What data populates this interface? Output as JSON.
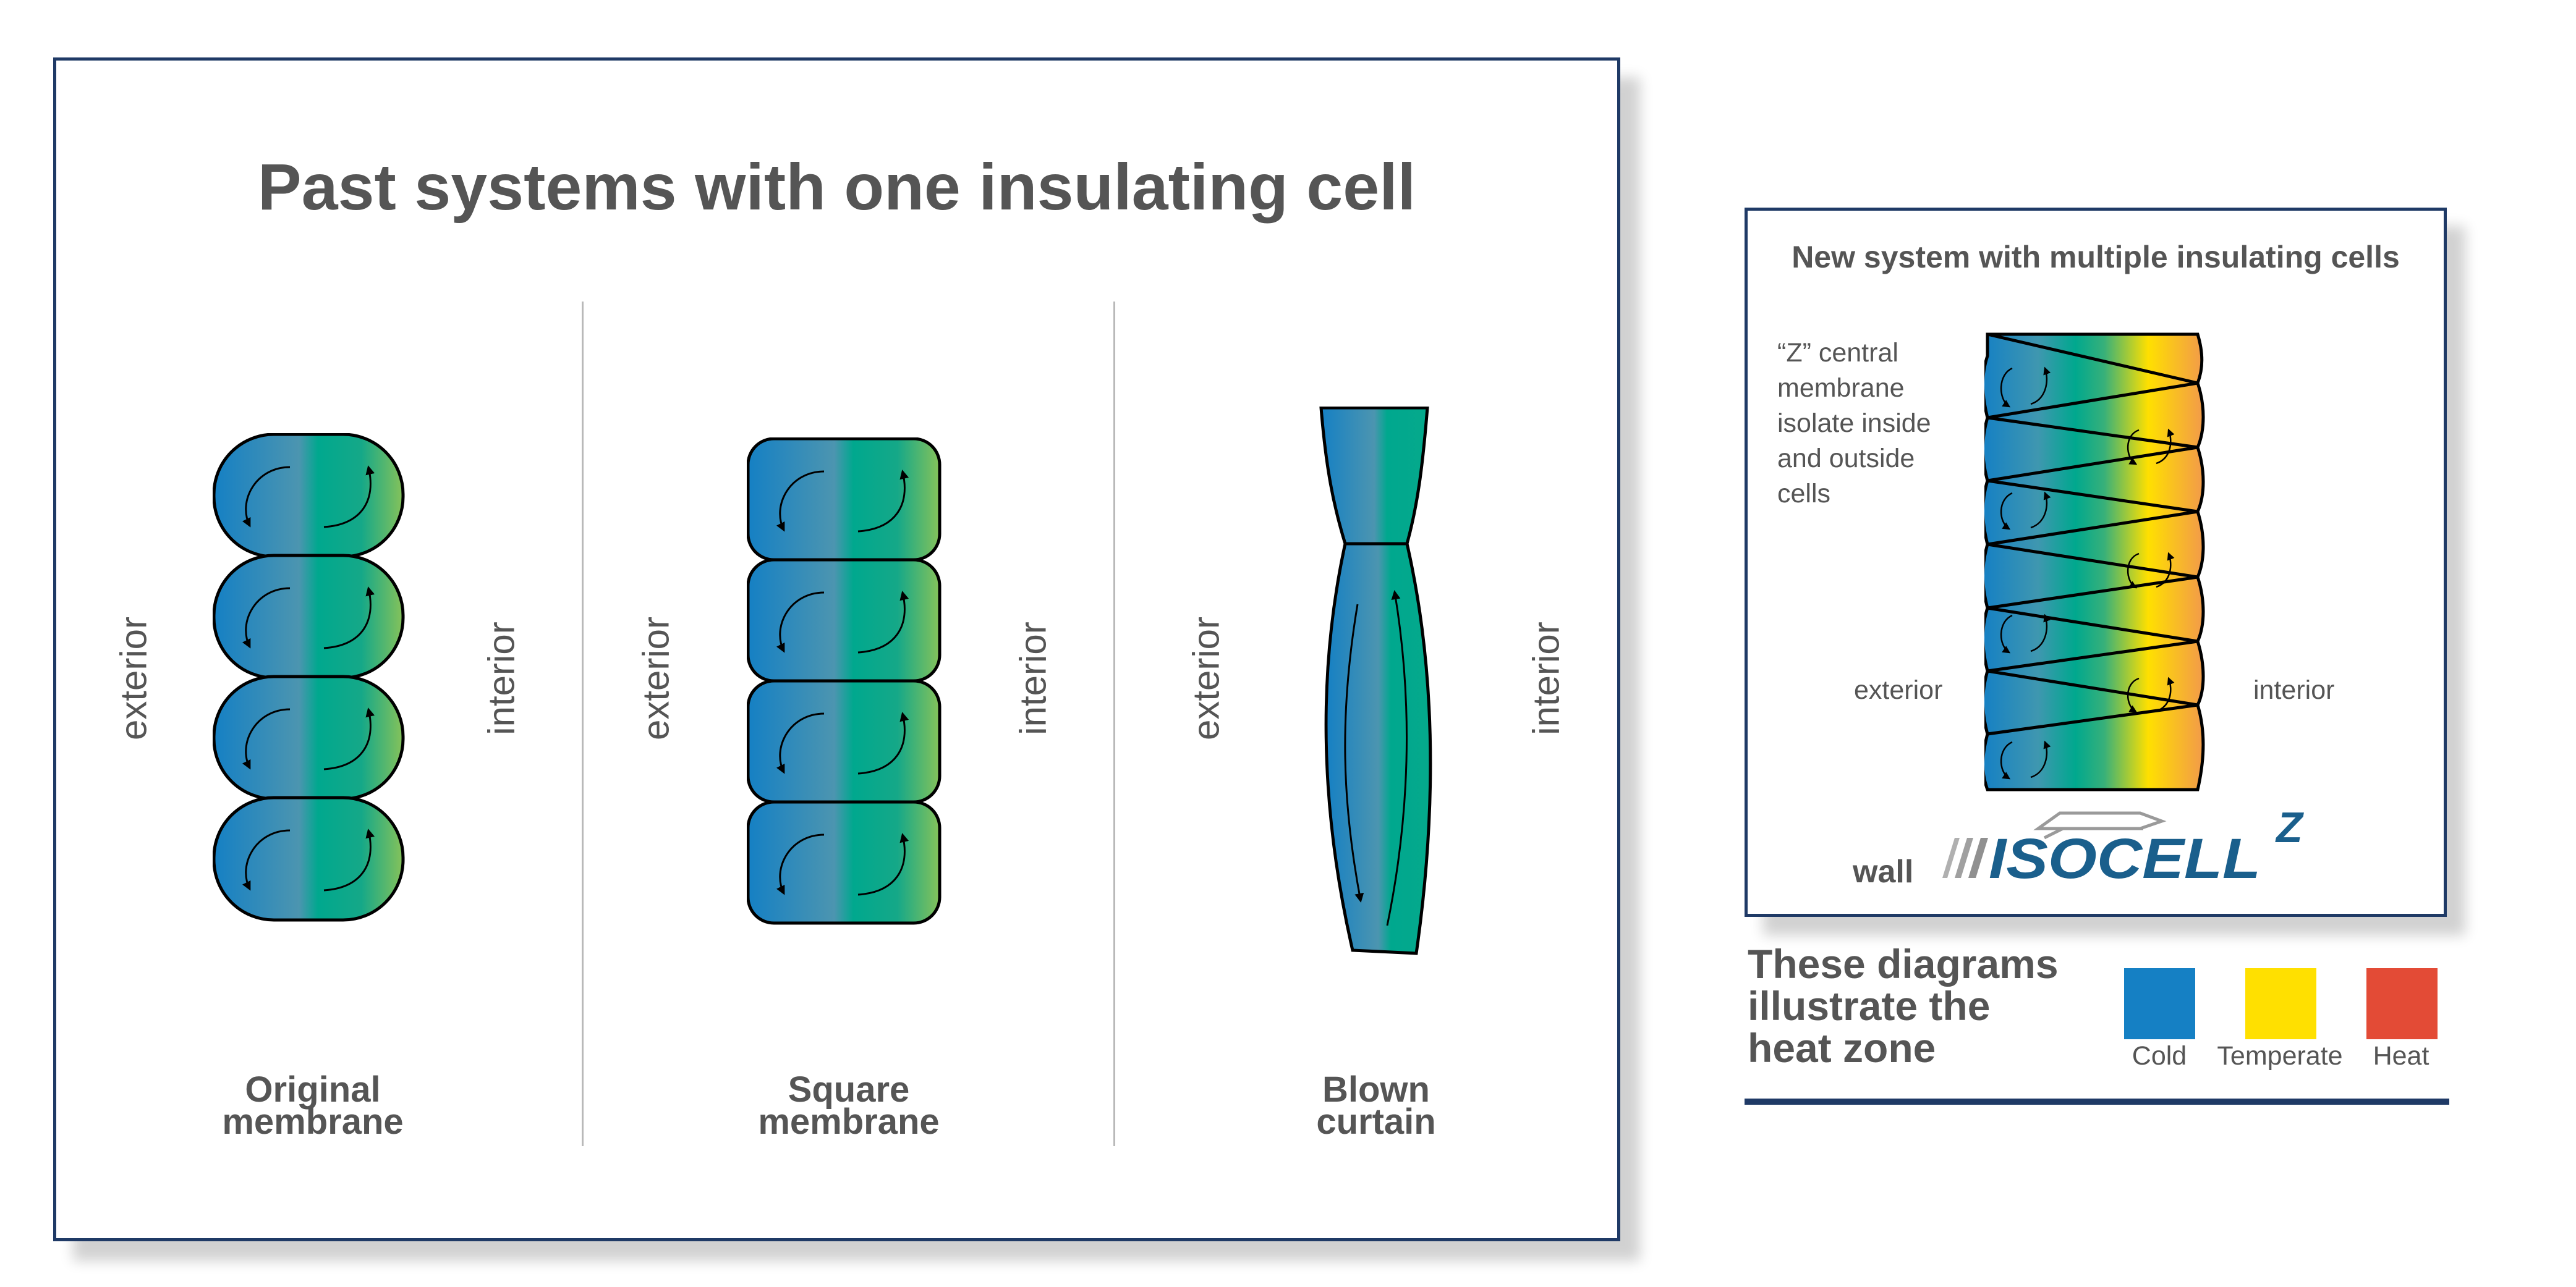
{
  "left_panel": {
    "title": "Past systems with one insulating cell",
    "side_labels": {
      "exterior": "exterior",
      "interior": "interior"
    },
    "systems": [
      {
        "caption_line1": "Original",
        "caption_line2": "membrane"
      },
      {
        "caption_line1": "Square",
        "caption_line2": "membrane"
      },
      {
        "caption_line1": "Blown",
        "caption_line2": "curtain"
      }
    ]
  },
  "right_panel": {
    "title": "New system with multiple insulating cells",
    "note_lines": [
      "“Z” central",
      "membrane",
      "isolate inside",
      "and outside",
      "cells"
    ],
    "exterior_label": "exterior",
    "interior_label": "interior",
    "wall_label": "wall",
    "logo_text": "ISOCELL",
    "logo_superscript": "Z"
  },
  "legend": {
    "heading_lines": [
      "These diagrams",
      "illustrate the",
      "heat zone"
    ],
    "items": [
      {
        "label": "Cold",
        "color": "#1580c4"
      },
      {
        "label": "Temperate",
        "color": "#ffe000"
      },
      {
        "label": "Heat",
        "color": "#e34b36"
      }
    ]
  },
  "colors": {
    "frame": "#1f3a66",
    "text": "#555555",
    "cold_blue": "#1580c4",
    "teal": "#00a88e",
    "green": "#86c25a",
    "yellow": "#ffe000",
    "orange": "#f29a4a"
  }
}
